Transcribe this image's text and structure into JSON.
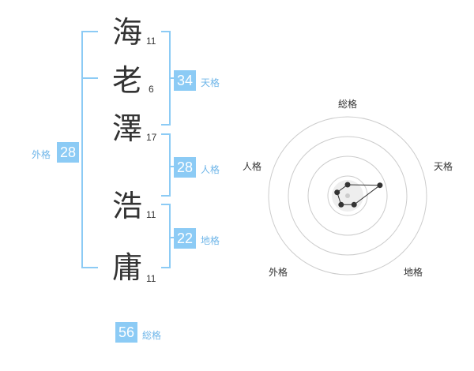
{
  "name": {
    "chars": [
      {
        "char": "海",
        "strokes": "11"
      },
      {
        "char": "老",
        "strokes": "6"
      },
      {
        "char": "澤",
        "strokes": "17"
      },
      {
        "char": "浩",
        "strokes": "11"
      },
      {
        "char": "庸",
        "strokes": "11"
      }
    ]
  },
  "kaku": {
    "tenkaku": {
      "value": "34",
      "label": "天格"
    },
    "jinkaku": {
      "value": "28",
      "label": "人格"
    },
    "chikaku": {
      "value": "22",
      "label": "地格"
    },
    "gaikaku": {
      "value": "28",
      "label": "外格"
    },
    "soukaku": {
      "value": "56",
      "label": "総格"
    }
  },
  "colors": {
    "accent": "#8ccbf5",
    "bracket": "#8ccbf5",
    "text": "#333333"
  },
  "chart_data": {
    "type": "radar",
    "axes": [
      "総格",
      "天格",
      "地格",
      "外格",
      "人格"
    ],
    "values": [
      0.14,
      0.43,
      0.14,
      0.14,
      0.14
    ],
    "range": [
      0,
      1
    ]
  }
}
